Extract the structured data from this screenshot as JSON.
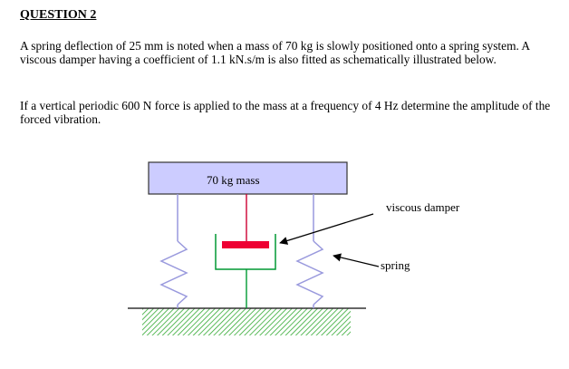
{
  "question": {
    "heading": "QUESTION 2",
    "paragraph_1": "A spring deflection of 25 mm is noted when a mass of 70 kg is slowly positioned onto a spring system.  A viscous damper having a coefficient of 1.1 kN.s/m is also fitted as schematically illustrated below.",
    "paragraph_2": "If a vertical periodic 600 N force is applied to the mass at a frequency of 4 Hz determine the amplitude of the forced vibration."
  },
  "figure": {
    "mass_label": "70 kg mass",
    "damper_label": "viscous damper",
    "spring_label": "spring",
    "colors": {
      "mass_fill": "#ccccff",
      "mass_border": "#333333",
      "damper_rod": "#cc0033",
      "damper_piston": "#ee0033",
      "damper_cylinder": "#009933",
      "spring": "#9999dd",
      "ground_hatch": "#33aa33",
      "arrow": "#000000"
    }
  }
}
